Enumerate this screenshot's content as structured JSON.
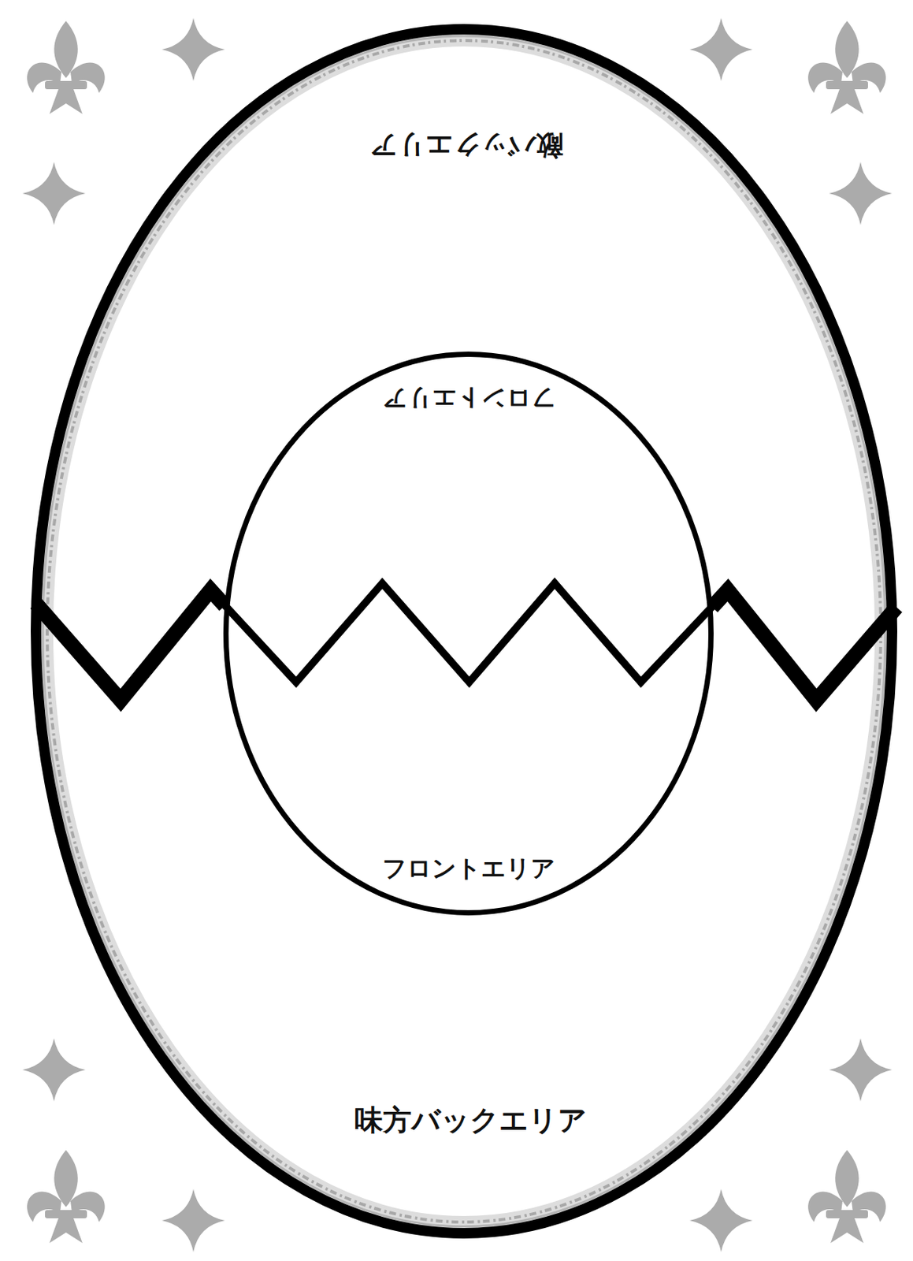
{
  "diagram": {
    "nodes": [
      {
        "text": [
          "敵バックエリア",
          "味方バックエリア"
        ]
      },
      {
        "text": [
          "フロントエリア",
          "フロントエリア"
        ],
        "in": 0
      }
    ]
  }
}
